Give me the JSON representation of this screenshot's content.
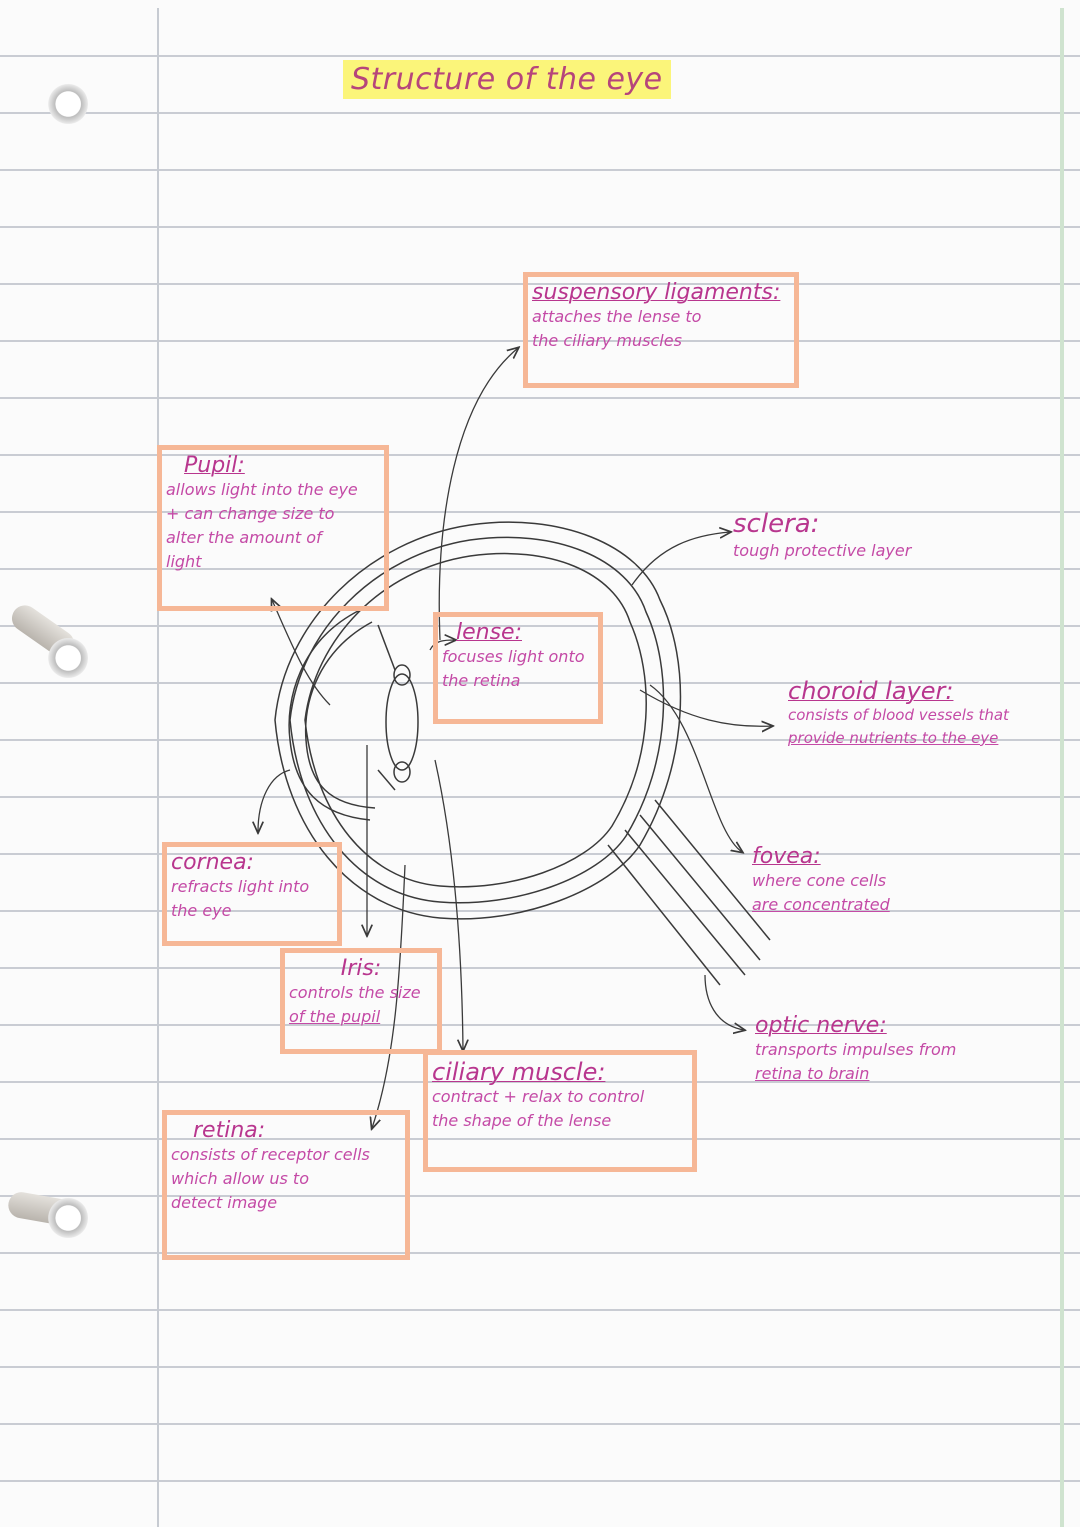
{
  "title": "Structure of the eye",
  "colors": {
    "title_highlight": "#fbf57a",
    "label_text": "#b8368e",
    "box_border": "#f6b796",
    "ink": "#3a3a3a",
    "ruled_line": "#c9ccd3"
  },
  "labels": {
    "suspensory_ligaments": {
      "title": "suspensory ligaments:",
      "desc": [
        "attaches the lense to",
        "the ciliary muscles"
      ]
    },
    "pupil": {
      "title": "Pupil:",
      "desc": [
        "allows light into the eye",
        "+ can change size to",
        "alter the amount of",
        "light"
      ]
    },
    "sclera": {
      "title": "sclera:",
      "desc": [
        "tough protective layer"
      ]
    },
    "lense": {
      "title": "lense:",
      "desc": [
        "focuses light onto",
        "the retina"
      ]
    },
    "choroid_layer": {
      "title": "choroid layer:",
      "desc": [
        "consists of blood vessels that",
        "provide nutrients to the eye"
      ]
    },
    "cornea": {
      "title": "cornea:",
      "desc": [
        "refracts light into",
        "the eye"
      ]
    },
    "fovea": {
      "title": "fovea:",
      "desc": [
        "where cone cells",
        "are concentrated"
      ]
    },
    "iris": {
      "title": "Iris:",
      "desc": [
        "controls the size",
        "of the pupil"
      ]
    },
    "optic_nerve": {
      "title": "optic nerve:",
      "desc": [
        "transports impulses from",
        "retina to brain"
      ]
    },
    "ciliary_muscle": {
      "title": "ciliary muscle:",
      "desc": [
        "contract + relax to control",
        "the shape of the lense"
      ]
    },
    "retina": {
      "title": "retina:",
      "desc": [
        "consists of receptor cells",
        "which allow us to",
        "detect image"
      ]
    }
  }
}
